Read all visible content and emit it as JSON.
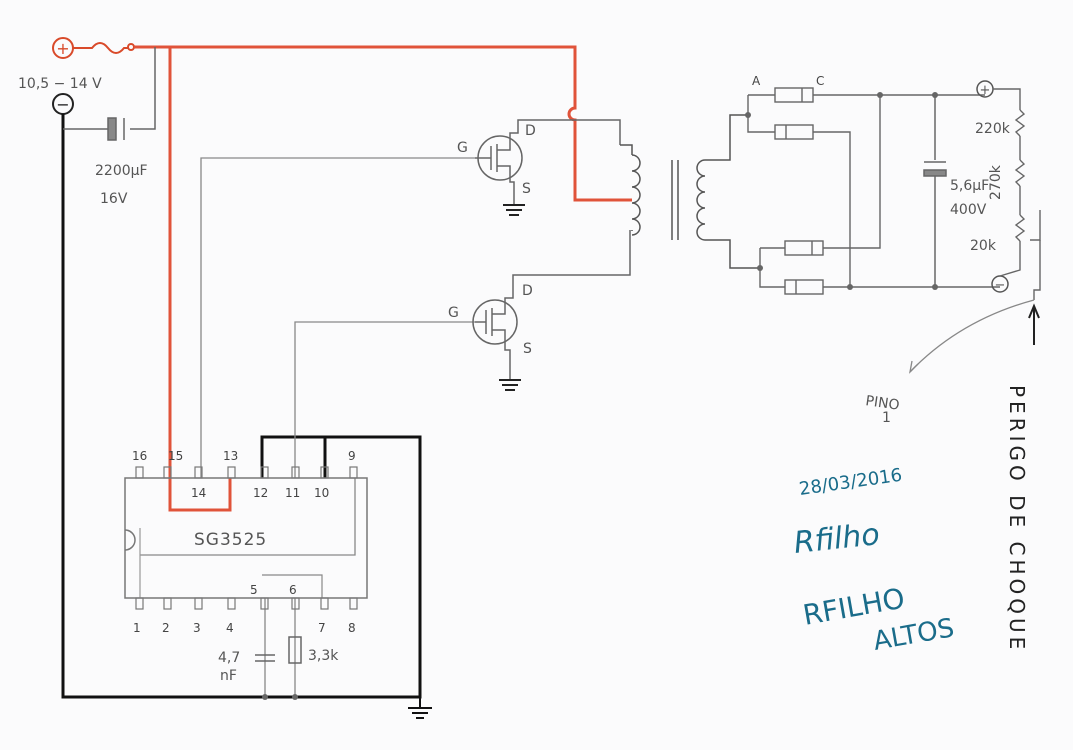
{
  "supply": {
    "positive_symbol": "+",
    "negative_symbol": "−",
    "voltage": "10,5 − 14 V"
  },
  "input_capacitor": {
    "value": "2200µF",
    "rating": "16V"
  },
  "ic": {
    "name": "SG3525",
    "pins": [
      "1",
      "2",
      "3",
      "4",
      "5",
      "6",
      "7",
      "8",
      "9",
      "10",
      "11",
      "12",
      "13",
      "14",
      "15",
      "16"
    ]
  },
  "mosfets": {
    "gate": "G",
    "drain": "D",
    "source": "S"
  },
  "timing": {
    "capacitor": "4,7",
    "capacitor_unit": "nF",
    "resistor": "3,3k"
  },
  "rectifier": {
    "anode": "A",
    "cathode": "C"
  },
  "output_capacitor": {
    "value": "5,6µF",
    "rating": "400V"
  },
  "output": {
    "positive_symbol": "+",
    "negative_symbol": "−",
    "r1": "220k",
    "r2": "270k",
    "trimmer": "20k"
  },
  "annotations": {
    "pin_note_1": "PINO",
    "pin_note_2": "1",
    "warning": "PERIGO DE CHOQUE",
    "date": "28/03/2016",
    "author_line_1": "RFILHO",
    "author_line_2": "ALTOS",
    "signature": "Rfilho"
  }
}
